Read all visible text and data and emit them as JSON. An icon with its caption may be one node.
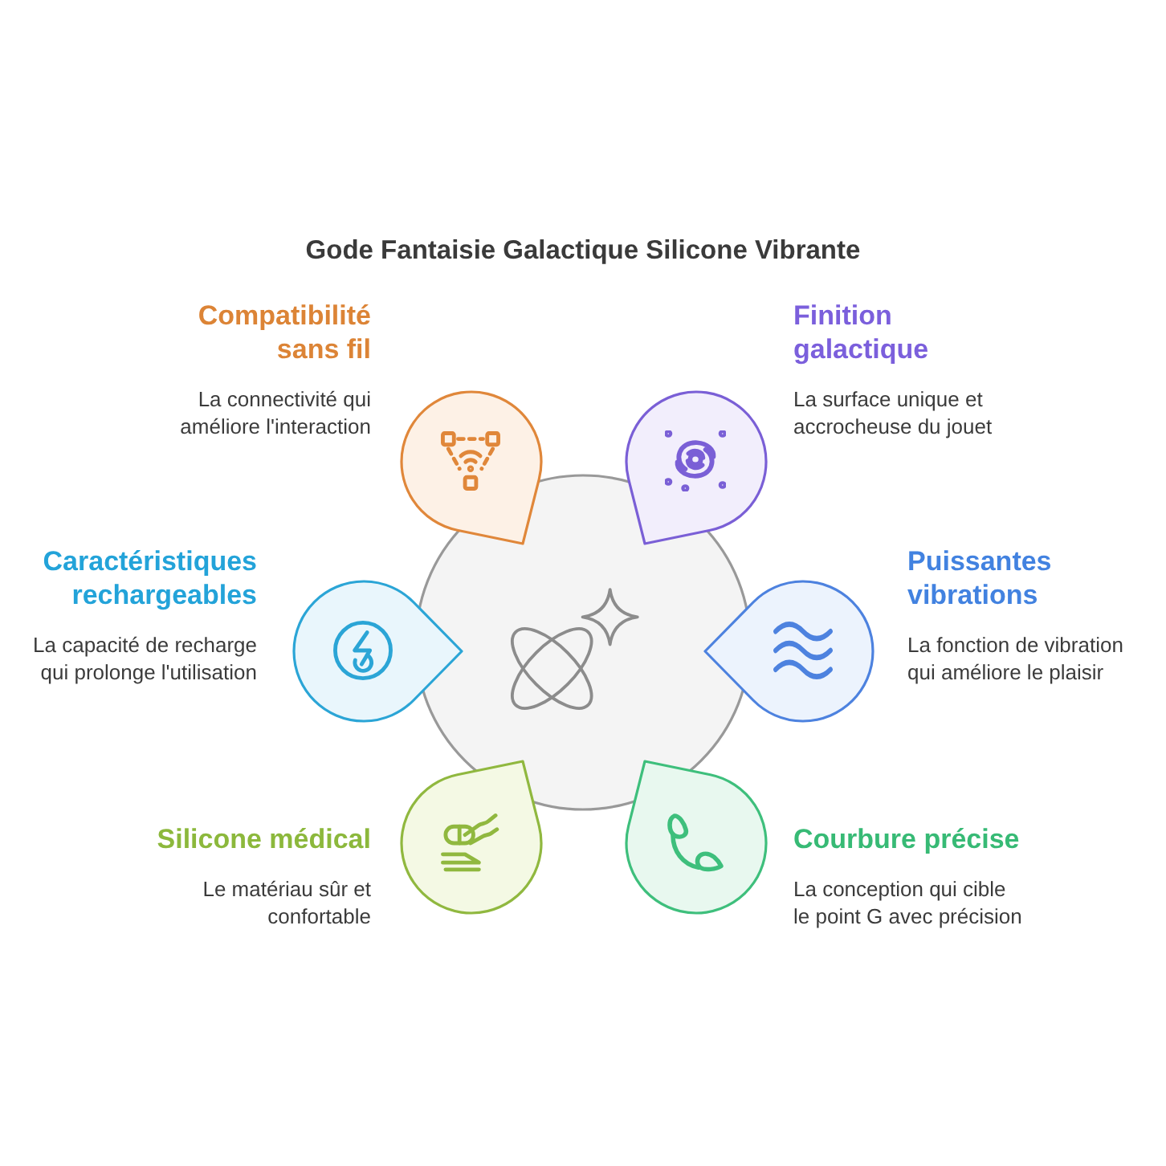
{
  "diagram": {
    "title": "Gode Fantaisie Galactique Silicone Vibrante",
    "nodes": [
      {
        "text": [],
        "shape": "circle"
      },
      {
        "text": [
          "Compatibilité sans fil",
          "La connectivité qui améliore l'interaction"
        ]
      },
      {
        "text": [
          "Finition galactique",
          "La surface unique et accrocheuse du jouet"
        ]
      },
      {
        "text": [
          "Caractéristiques rechargeables",
          "La capacité de recharge qui prolonge l'utilisation"
        ]
      },
      {
        "text": [
          "Puissantes vibrations",
          "La fonction de vibration qui améliore le plaisir"
        ]
      },
      {
        "text": [
          "Silicone médical",
          "Le matériau sûr et confortable"
        ]
      },
      {
        "text": [
          "Courbure précise",
          "La conception qui cible le point G avec précision"
        ]
      }
    ]
  }
}
